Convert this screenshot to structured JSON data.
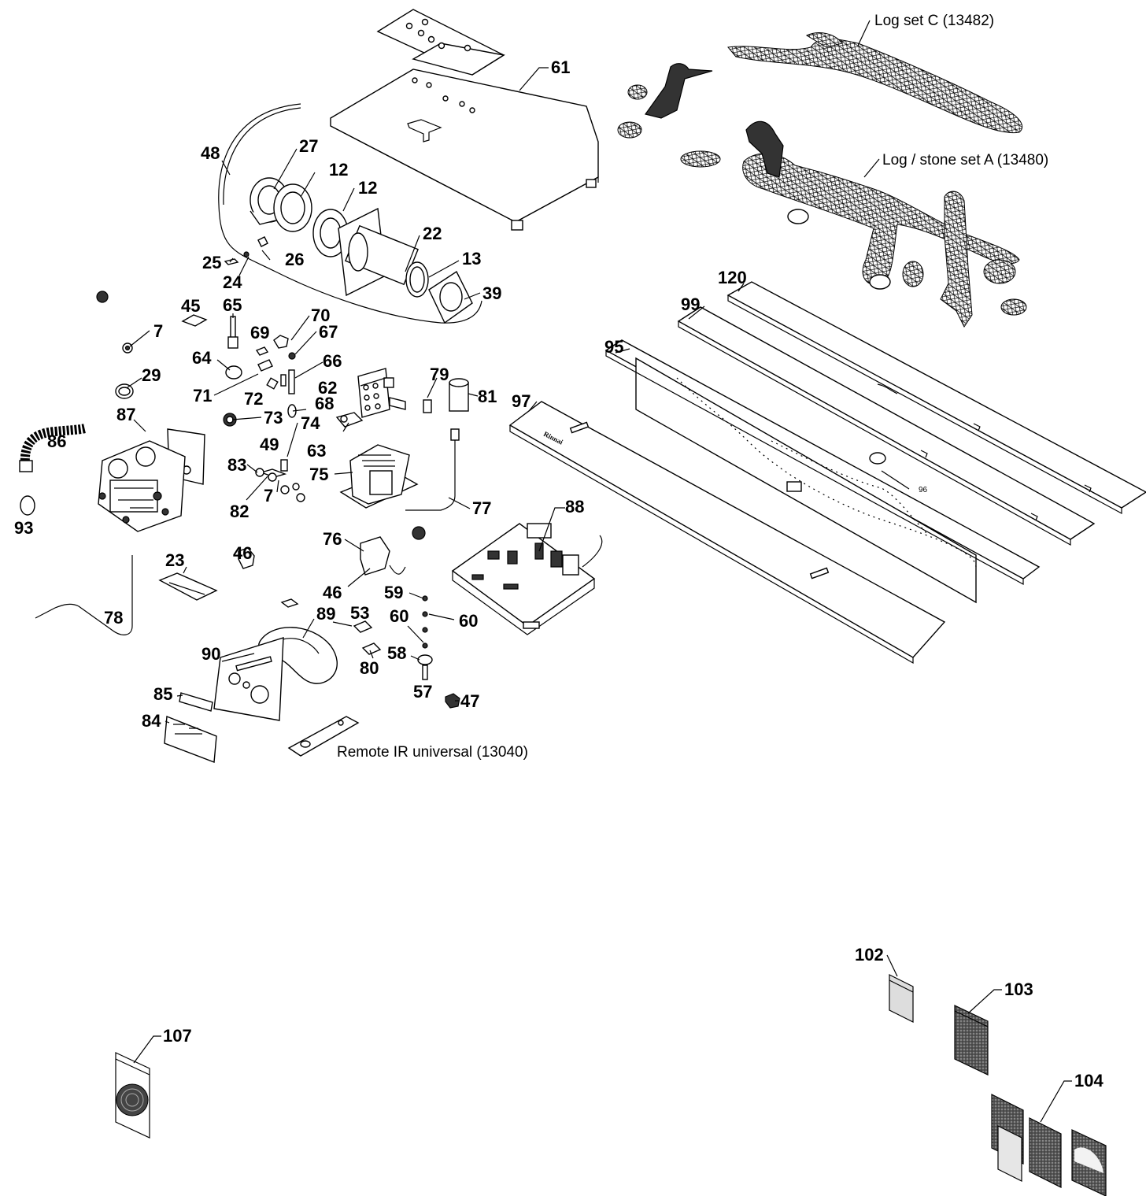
{
  "parts": [
    {
      "id": "p61",
      "label": "61"
    },
    {
      "id": "p48",
      "label": "48"
    },
    {
      "id": "p27",
      "label": "27"
    },
    {
      "id": "p12a",
      "label": "12"
    },
    {
      "id": "p12b",
      "label": "12"
    },
    {
      "id": "p22",
      "label": "22"
    },
    {
      "id": "p13",
      "label": "13"
    },
    {
      "id": "p39",
      "label": "39"
    },
    {
      "id": "p25",
      "label": "25"
    },
    {
      "id": "p26",
      "label": "26"
    },
    {
      "id": "p24",
      "label": "24"
    },
    {
      "id": "p45",
      "label": "45"
    },
    {
      "id": "p65",
      "label": "65"
    },
    {
      "id": "p70",
      "label": "70"
    },
    {
      "id": "p69",
      "label": "69"
    },
    {
      "id": "p67",
      "label": "67"
    },
    {
      "id": "p7a",
      "label": "7"
    },
    {
      "id": "p64",
      "label": "64"
    },
    {
      "id": "p66",
      "label": "66"
    },
    {
      "id": "p29",
      "label": "29"
    },
    {
      "id": "p71",
      "label": "71"
    },
    {
      "id": "p72",
      "label": "72"
    },
    {
      "id": "p62",
      "label": "62"
    },
    {
      "id": "p79",
      "label": "79"
    },
    {
      "id": "p81",
      "label": "81"
    },
    {
      "id": "p87",
      "label": "87"
    },
    {
      "id": "p73",
      "label": "73"
    },
    {
      "id": "p68",
      "label": "68"
    },
    {
      "id": "p74",
      "label": "74"
    },
    {
      "id": "p86",
      "label": "86"
    },
    {
      "id": "p49",
      "label": "49"
    },
    {
      "id": "p63",
      "label": "63"
    },
    {
      "id": "p83",
      "label": "83"
    },
    {
      "id": "p75",
      "label": "75"
    },
    {
      "id": "p7b",
      "label": "7"
    },
    {
      "id": "p82",
      "label": "82"
    },
    {
      "id": "p77",
      "label": "77"
    },
    {
      "id": "p93",
      "label": "93"
    },
    {
      "id": "p88",
      "label": "88"
    },
    {
      "id": "p76",
      "label": "76"
    },
    {
      "id": "p46a",
      "label": "46"
    },
    {
      "id": "p23",
      "label": "23"
    },
    {
      "id": "p46b",
      "label": "46"
    },
    {
      "id": "p59",
      "label": "59"
    },
    {
      "id": "p78",
      "label": "78"
    },
    {
      "id": "p53",
      "label": "53"
    },
    {
      "id": "p60a",
      "label": "60"
    },
    {
      "id": "p60b",
      "label": "60"
    },
    {
      "id": "p89",
      "label": "89"
    },
    {
      "id": "p90",
      "label": "90"
    },
    {
      "id": "p58",
      "label": "58"
    },
    {
      "id": "p80",
      "label": "80"
    },
    {
      "id": "p57",
      "label": "57"
    },
    {
      "id": "p85",
      "label": "85"
    },
    {
      "id": "p47",
      "label": "47"
    },
    {
      "id": "p84",
      "label": "84"
    },
    {
      "id": "p120",
      "label": "120"
    },
    {
      "id": "p99",
      "label": "99"
    },
    {
      "id": "p95",
      "label": "95"
    },
    {
      "id": "p97",
      "label": "97"
    },
    {
      "id": "p96",
      "label": "96"
    },
    {
      "id": "p102",
      "label": "102"
    },
    {
      "id": "p103",
      "label": "103"
    },
    {
      "id": "p104",
      "label": "104"
    },
    {
      "id": "p107",
      "label": "107"
    }
  ],
  "captions": {
    "log_c": "Log set C (13482)",
    "log_a": "Log / stone set A (13480)",
    "remote": "Remote IR universal (13040)"
  },
  "brand_mark": "Rinnai"
}
